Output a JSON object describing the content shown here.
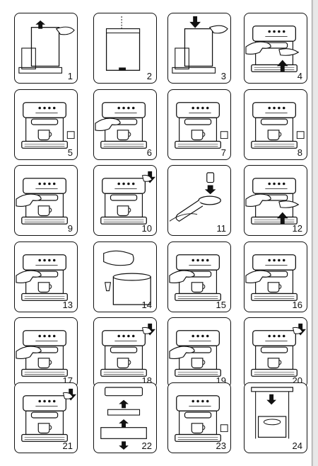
{
  "panels": [
    {
      "number": "1",
      "scene": "tank-lift"
    },
    {
      "number": "2",
      "scene": "tank-fill"
    },
    {
      "number": "3",
      "scene": "tank-insert"
    },
    {
      "number": "4",
      "scene": "filter-insert"
    },
    {
      "number": "5",
      "scene": "machine-cup"
    },
    {
      "number": "6",
      "scene": "machine-press"
    },
    {
      "number": "7",
      "scene": "machine-cup"
    },
    {
      "number": "8",
      "scene": "machine-cup"
    },
    {
      "number": "9",
      "scene": "machine-hand"
    },
    {
      "number": "10",
      "scene": "machine-arrow"
    },
    {
      "number": "11",
      "scene": "pod-holder"
    },
    {
      "number": "12",
      "scene": "filter-insert"
    },
    {
      "number": "13",
      "scene": "machine-hand"
    },
    {
      "number": "14",
      "scene": "scoop-jar"
    },
    {
      "number": "15",
      "scene": "machine-hand"
    },
    {
      "number": "16",
      "scene": "machine-hand"
    },
    {
      "number": "17",
      "scene": "machine-hand"
    },
    {
      "number": "18",
      "scene": "machine-arrow"
    },
    {
      "number": "19",
      "scene": "machine-hand"
    },
    {
      "number": "20",
      "scene": "machine-arrow"
    },
    {
      "number": "21",
      "scene": "machine-arrow"
    },
    {
      "number": "22",
      "scene": "tray-parts"
    },
    {
      "number": "23",
      "scene": "machine-cup"
    },
    {
      "number": "24",
      "scene": "cabinet"
    }
  ]
}
